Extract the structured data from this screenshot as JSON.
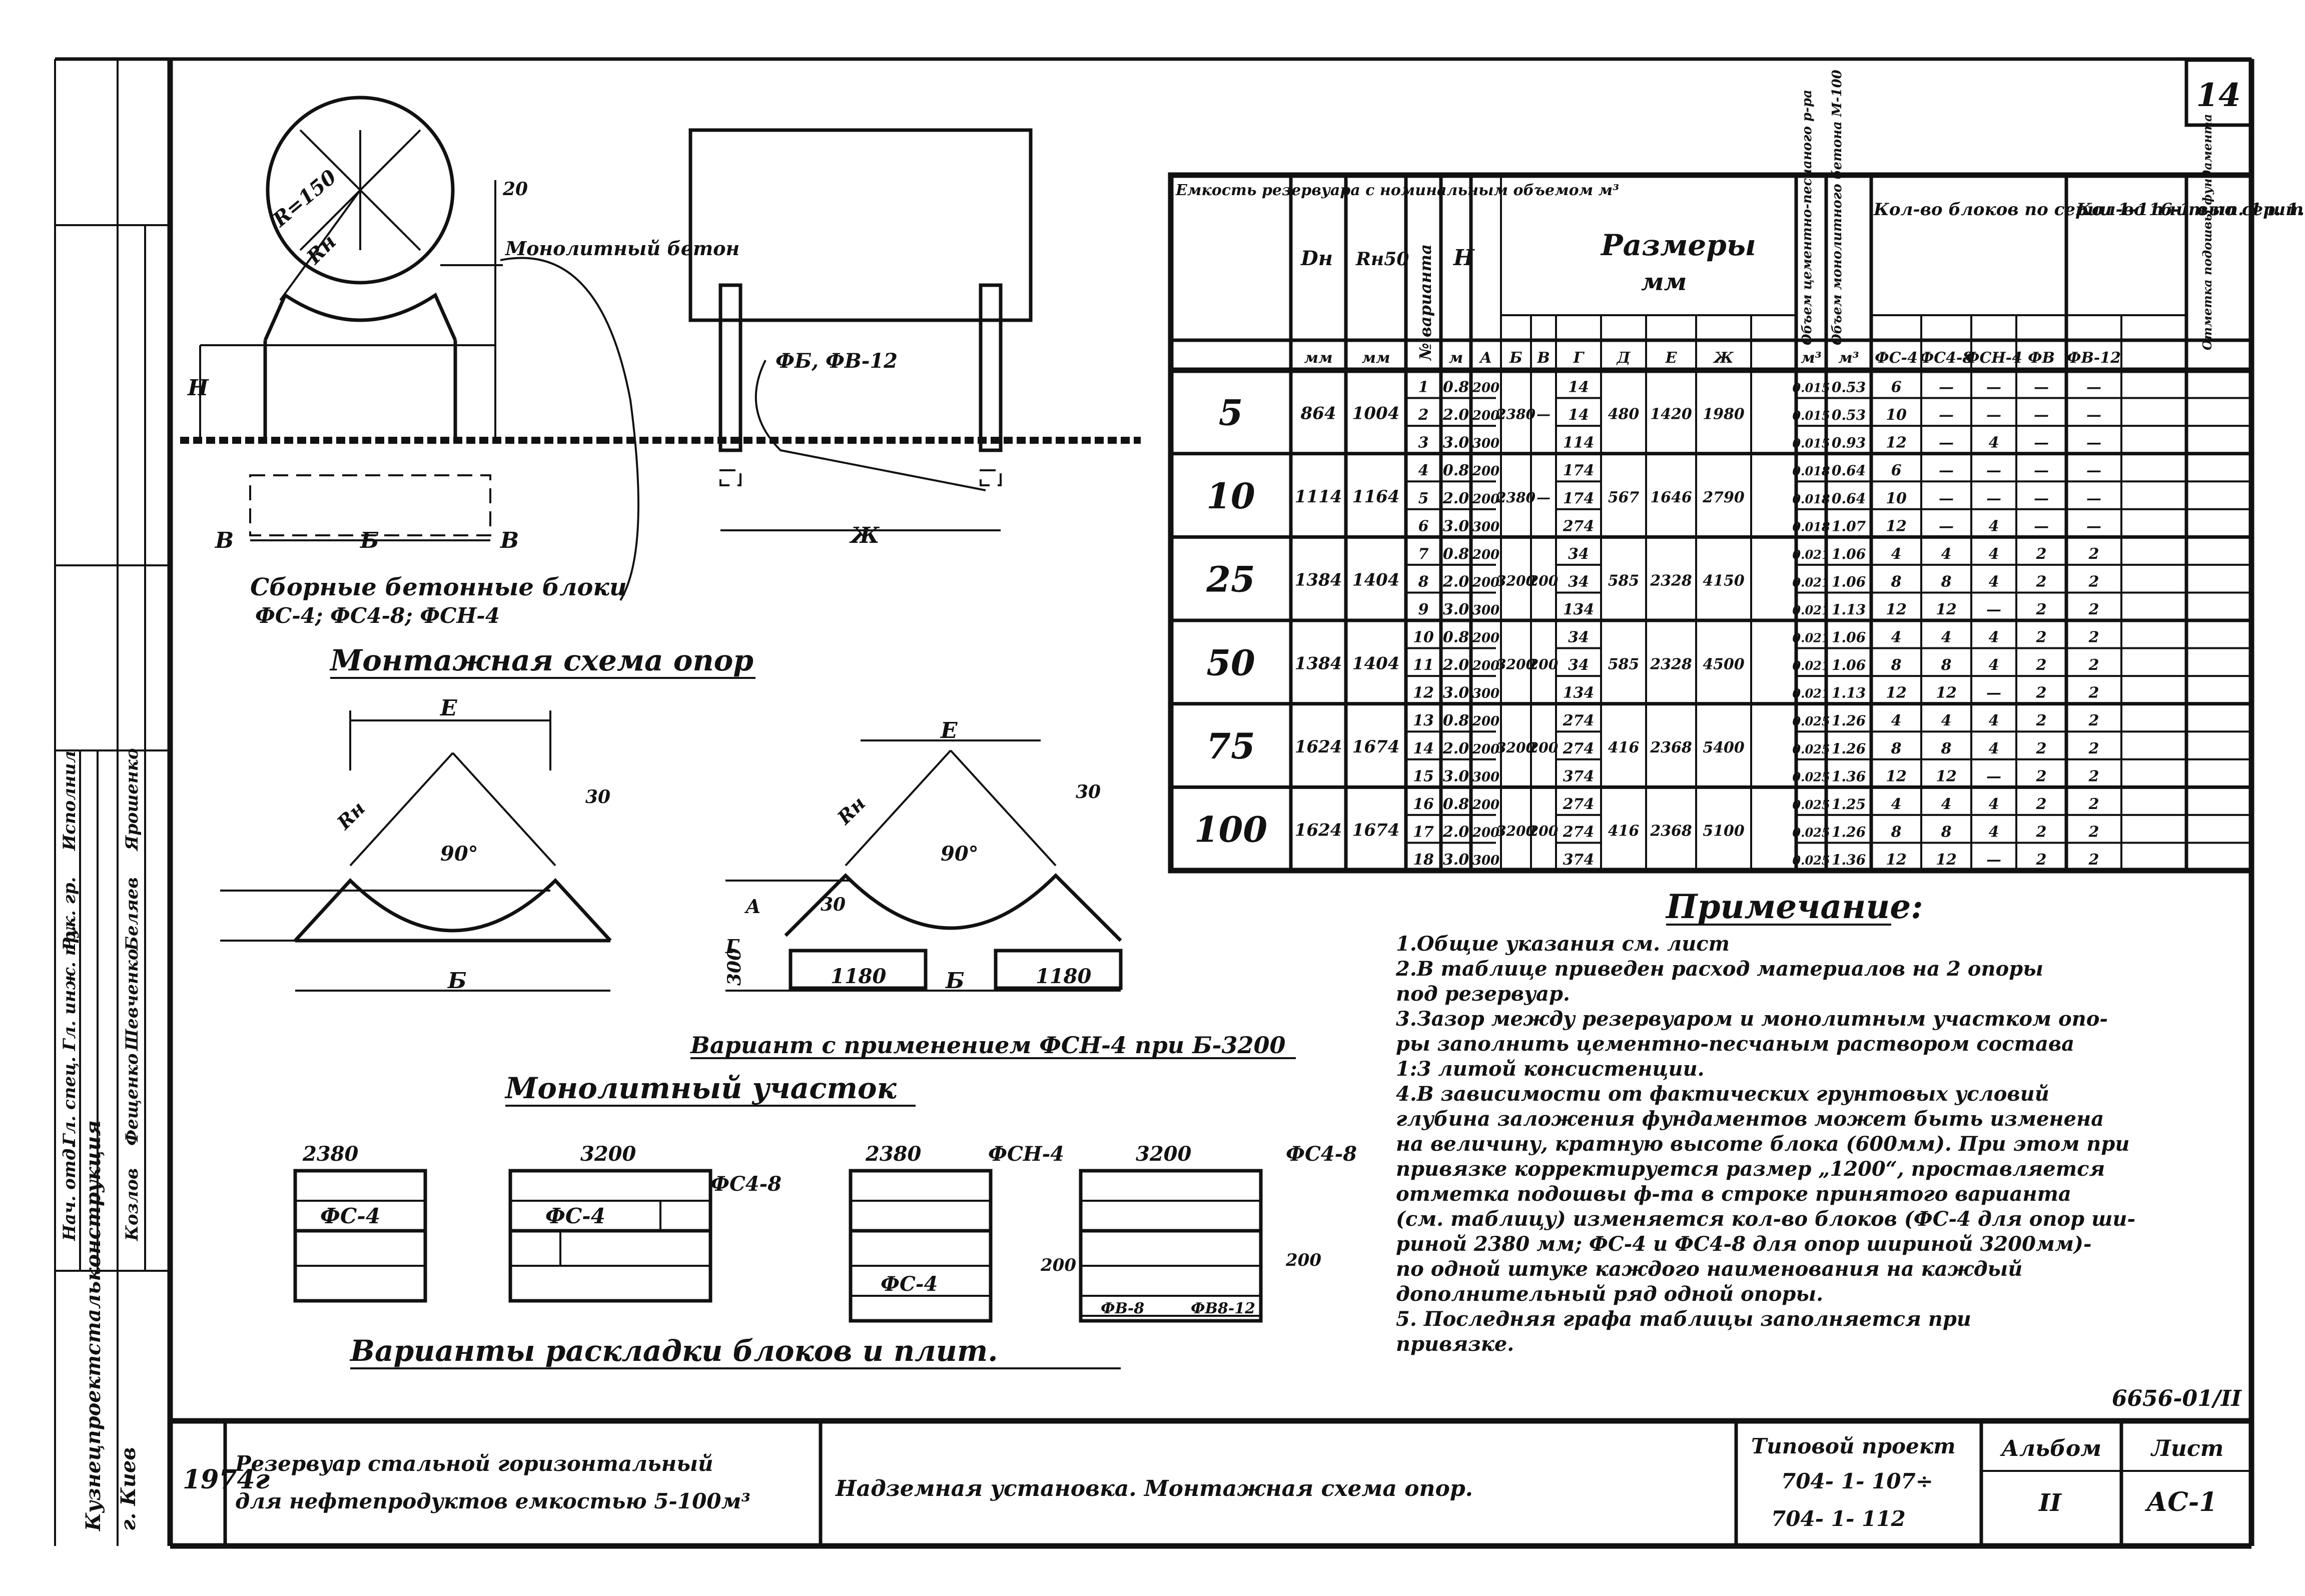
{
  "sheet": {
    "page_number": "14",
    "code": "6656-01/II"
  },
  "drawing": {
    "labels": {
      "r_top": "R=150",
      "rn": "Rн",
      "monolith_top": "Монолитный бетон",
      "fb": "ФБ, ФВ-12",
      "h": "Н",
      "b_left": "В",
      "b_right": "В",
      "b_mid": "Б",
      "zh": "Ж",
      "dim_20": "20",
      "prefab": "Сборные бетонные блоки",
      "prefab_types": "ФС-4; ФС4-8; ФСН-4",
      "scheme_title": "Монтажная схема опор",
      "e_left": "Е",
      "e_right": "Е",
      "angle_left": "90°",
      "angle_right": "90°",
      "dim_30_left": "30",
      "dim_30_right": "30",
      "dim_30_inner": "30",
      "g": "Г",
      "a": "А",
      "dim_300": "300",
      "b_low_left": "Б",
      "b_low_right": "Б",
      "dim_1180_a": "1180",
      "dim_1180_b": "1180",
      "variant_caption": "Вариант с применением ФСН-4 при Б-3200",
      "monolith_section": "Монолитный участок",
      "d2380a": "2380",
      "d3200a": "3200",
      "d2380b": "2380",
      "d3200b": "3200",
      "fc4_a": "ФС-4",
      "fc4_b": "ФС-4",
      "fc48_a": "ФС4-8",
      "fch4": "ФСН-4",
      "fc48_b": "ФС4-8",
      "fc4_c": "ФС-4",
      "d200a": "200",
      "d200b": "200",
      "fb_slab": "ФВ-8",
      "fb_slab2": "ФВ8-12",
      "layout_title": "Варианты раскладки блоков и плит."
    }
  },
  "table": {
    "headers": {
      "capacity": "Емкость резервуара с номинальным объемом м³",
      "dn": "Dн",
      "rn": "Rн50",
      "variant": "№ варианта",
      "h": "Н",
      "sizes": "Размеры",
      "sizes_unit": "мм",
      "concrete": "Объем цементно-песчаного р-ра",
      "monolith": "Объем монолитного бетона М-100",
      "blocks": "Кол-во блоков по серии 1-116-1 вып. 1 шт.",
      "slabs": "Кол-во плит по сер. 1.112-1 шт.",
      "ground": "Отметка подошвы фундамента",
      "dn_unit": "мм",
      "rn_unit": "мм",
      "h_unit": "м",
      "col_a": "А",
      "col_b": "Б",
      "col_v": "В",
      "col_g": "Г",
      "col_d": "Д",
      "col_e": "Е",
      "col_zh": "Ж",
      "concrete_unit": "м³",
      "monolith_unit": "м³",
      "fc4": "ФС-4",
      "fc48": "ФС4-8",
      "fch4": "ФСН-4",
      "fb": "ФВ",
      "fb12": "ФВ-12"
    },
    "groups": [
      {
        "capacity": "5",
        "dn": "864",
        "rn": "1004",
        "b": "2380",
        "v": "—",
        "d": "480",
        "e": "1420",
        "zh": "1980",
        "rows": [
          {
            "n": "1",
            "h": "0.8",
            "a": "200",
            "g": "14",
            "c": "0.015",
            "m": "0.53",
            "fc4": "6",
            "fc48": "—",
            "fch4": "—",
            "fb": "—",
            "fb12": "—"
          },
          {
            "n": "2",
            "h": "2.0",
            "a": "200",
            "g": "14",
            "c": "0.015",
            "m": "0.53",
            "fc4": "10",
            "fc48": "—",
            "fch4": "—",
            "fb": "—",
            "fb12": "—"
          },
          {
            "n": "3",
            "h": "3.0",
            "a": "300",
            "g": "114",
            "c": "0.015",
            "m": "0.93",
            "fc4": "12",
            "fc48": "—",
            "fch4": "4",
            "fb": "—",
            "fb12": "—"
          }
        ]
      },
      {
        "capacity": "10",
        "dn": "1114",
        "rn": "1164",
        "b": "2380",
        "v": "—",
        "d": "567",
        "e": "1646",
        "zh": "2790",
        "rows": [
          {
            "n": "4",
            "h": "0.8",
            "a": "200",
            "g": "174",
            "c": "0.018",
            "m": "0.64",
            "fc4": "6",
            "fc48": "—",
            "fch4": "—",
            "fb": "—",
            "fb12": "—"
          },
          {
            "n": "5",
            "h": "2.0",
            "a": "200",
            "g": "174",
            "c": "0.018",
            "m": "0.64",
            "fc4": "10",
            "fc48": "—",
            "fch4": "—",
            "fb": "—",
            "fb12": "—"
          },
          {
            "n": "6",
            "h": "3.0",
            "a": "300",
            "g": "274",
            "c": "0.018",
            "m": "1.07",
            "fc4": "12",
            "fc48": "—",
            "fch4": "4",
            "fb": "—",
            "fb12": "—"
          }
        ]
      },
      {
        "capacity": "25",
        "dn": "1384",
        "rn": "1404",
        "b": "3200",
        "v": "200",
        "d": "585",
        "e": "2328",
        "zh": "4150",
        "rows": [
          {
            "n": "7",
            "h": "0.8",
            "a": "200",
            "g": "34",
            "c": "0.021",
            "m": "1.06",
            "fc4": "4",
            "fc48": "4",
            "fch4": "4",
            "fb": "2",
            "fb12": "2"
          },
          {
            "n": "8",
            "h": "2.0",
            "a": "200",
            "g": "34",
            "c": "0.021",
            "m": "1.06",
            "fc4": "8",
            "fc48": "8",
            "fch4": "4",
            "fb": "2",
            "fb12": "2"
          },
          {
            "n": "9",
            "h": "3.0",
            "a": "300",
            "g": "134",
            "c": "0.021",
            "m": "1.13",
            "fc4": "12",
            "fc48": "12",
            "fch4": "—",
            "fb": "2",
            "fb12": "2"
          }
        ]
      },
      {
        "capacity": "50",
        "dn": "1384",
        "rn": "1404",
        "b": "3200",
        "v": "200",
        "d": "585",
        "e": "2328",
        "zh": "4500",
        "rows": [
          {
            "n": "10",
            "h": "0.8",
            "a": "200",
            "g": "34",
            "c": "0.021",
            "m": "1.06",
            "fc4": "4",
            "fc48": "4",
            "fch4": "4",
            "fb": "2",
            "fb12": "2"
          },
          {
            "n": "11",
            "h": "2.0",
            "a": "200",
            "g": "34",
            "c": "0.021",
            "m": "1.06",
            "fc4": "8",
            "fc48": "8",
            "fch4": "4",
            "fb": "2",
            "fb12": "2"
          },
          {
            "n": "12",
            "h": "3.0",
            "a": "300",
            "g": "134",
            "c": "0.021",
            "m": "1.13",
            "fc4": "12",
            "fc48": "12",
            "fch4": "—",
            "fb": "2",
            "fb12": "2"
          }
        ]
      },
      {
        "capacity": "75",
        "dn": "1624",
        "rn": "1674",
        "b": "3200",
        "v": "200",
        "d": "416",
        "e": "2368",
        "zh": "5400",
        "rows": [
          {
            "n": "13",
            "h": "0.8",
            "a": "200",
            "g": "274",
            "c": "0.025",
            "m": "1.26",
            "fc4": "4",
            "fc48": "4",
            "fch4": "4",
            "fb": "2",
            "fb12": "2"
          },
          {
            "n": "14",
            "h": "2.0",
            "a": "200",
            "g": "274",
            "c": "0.025",
            "m": "1.26",
            "fc4": "8",
            "fc48": "8",
            "fch4": "4",
            "fb": "2",
            "fb12": "2"
          },
          {
            "n": "15",
            "h": "3.0",
            "a": "300",
            "g": "374",
            "c": "0.025",
            "m": "1.36",
            "fc4": "12",
            "fc48": "12",
            "fch4": "—",
            "fb": "2",
            "fb12": "2"
          }
        ]
      },
      {
        "capacity": "100",
        "dn": "1624",
        "rn": "1674",
        "b": "3200",
        "v": "200",
        "d": "416",
        "e": "2368",
        "zh": "5100",
        "rows": [
          {
            "n": "16",
            "h": "0.8",
            "a": "200",
            "g": "274",
            "c": "0.025",
            "m": "1.25",
            "fc4": "4",
            "fc48": "4",
            "fch4": "4",
            "fb": "2",
            "fb12": "2"
          },
          {
            "n": "17",
            "h": "2.0",
            "a": "200",
            "g": "274",
            "c": "0.025",
            "m": "1.26",
            "fc4": "8",
            "fc48": "8",
            "fch4": "4",
            "fb": "2",
            "fb12": "2"
          },
          {
            "n": "18",
            "h": "3.0",
            "a": "300",
            "g": "374",
            "c": "0.025",
            "m": "1.36",
            "fc4": "12",
            "fc48": "12",
            "fch4": "—",
            "fb": "2",
            "fb12": "2"
          }
        ]
      }
    ]
  },
  "notes": {
    "title": "Примечание:",
    "lines": [
      "1.Общие указания см. лист",
      "2.В таблице приведен расход материалов на 2 опоры",
      "под резервуар.",
      "3.Зазор между резервуаром и монолитным участком опо-",
      "ры заполнить цементно-песчаным раствором состава",
      "1:3 литой консистенции.",
      "4.В зависимости от фактических грунтовых условий",
      "глубина заложения фундаментов может быть изменена",
      "на величину, кратную высоте блока (600мм). При этом при",
      "привязке корректируется размер „1200“, проставляется",
      "отметка подошвы ф-та в строке принятого варианта",
      "(см. таблицу) изменяется кол-во блоков (ФС-4 для опор ши-",
      "риной 2380 мм; ФС-4 и ФС4-8 для опор шириной 3200мм)-",
      "по одной штуке каждого наименования на каждый",
      "дополнительный ряд одной опоры.",
      "5. Последняя графа таблицы заполняется при",
      "привязке."
    ]
  },
  "title_block": {
    "year": "1974г",
    "object_line1": "Резервуар стальной горизонтальный",
    "object_line2": "для нефтепродуктов емкостью 5-100м³",
    "sheet_title": "Надземная установка. Монтажная схема опор.",
    "project_label": "Типовой проект",
    "project_num1": "704- 1- 107÷",
    "project_num2": "704- 1- 112",
    "album_label": "Альбом",
    "album_value": "II",
    "list_label": "Лист",
    "list_value": "АС-1"
  },
  "side_stamp": {
    "vertical_text": "Кузнецпроектстальконструкция",
    "vertical_small": "г. Киев",
    "roles": [
      "Нач. отд.",
      "Гл. спец.",
      "Гл. инж. пр.",
      "Рук. гр.",
      "Исполнил"
    ],
    "names": [
      "Козлов",
      "Фещенко",
      "Шевченко",
      "Беляев",
      "Ярошенко"
    ]
  }
}
